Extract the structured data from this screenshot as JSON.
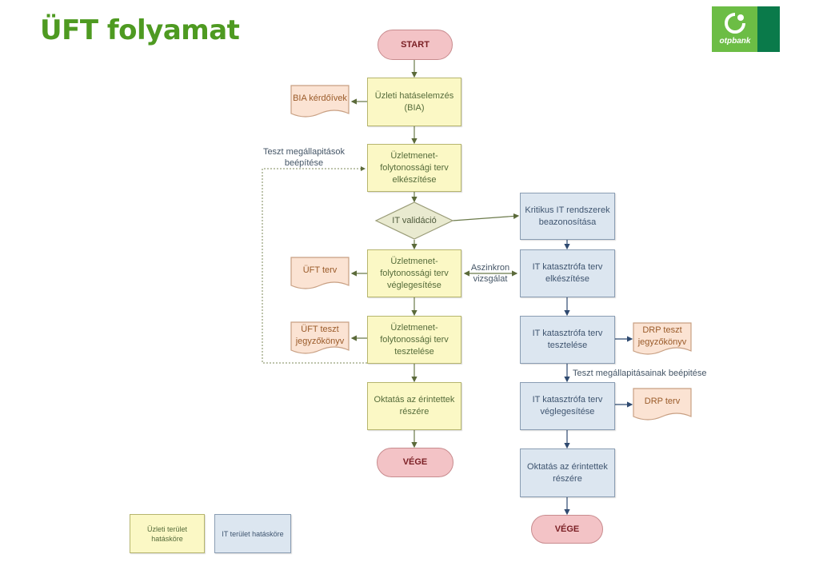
{
  "slide": {
    "title": "ÜFT folyamat",
    "logo": {
      "name": "otpbank",
      "text": "otpbank",
      "colors": {
        "light": "#6cbd45",
        "dark": "#0a7a4a"
      }
    }
  },
  "colors": {
    "title": "#4e9a21",
    "business_fill": "#fbf8c5",
    "it_fill": "#dce6f0",
    "terminal_fill": "#f3c3c6",
    "document_fill": "#fbe3d3"
  },
  "flow": {
    "business": {
      "start": "START",
      "bia": "Üzleti hatáselemzés\n(BIA)",
      "bcp_create": "Üzletmenet-\nfolytonossági terv\nelkészítése",
      "it_validation": "IT validáció",
      "bcp_finalize": "Üzletmenet-\nfolytonossági terv\nvéglegesítése",
      "bcp_test": "Üzletmenet-\nfolytonossági terv\ntesztelése",
      "training": "Oktatás az érintettek\nrészére",
      "end": "VÉGE"
    },
    "it": {
      "critical_systems": "Kritikus IT rendszerek\nbeazonosítása",
      "drp_create": "IT katasztrófa terv\nelkészítése",
      "drp_test": "IT katasztrófa terv\ntesztelése",
      "drp_finalize": "IT katasztrófa terv\nvéglegesítése",
      "training": "Oktatás az érintettek\nrészére",
      "end": "VÉGE"
    },
    "documents": {
      "bia_questionnaires": "BIA kérdőívek",
      "uft_plan": "ÜFT terv",
      "uft_test_report": "ÜFT teszt\njegyzőkönyv",
      "drp_test_report": "DRP teszt\njegyzőkönyv",
      "drp_plan": "DRP terv"
    },
    "labels": {
      "test_findings_loop": "Teszt megállapitások\nbeépítése",
      "async_check": "Aszinkron\nvizsgálat",
      "drp_test_findings": "Teszt megállapitásainak beépitése"
    }
  },
  "legend": {
    "business": "Üzleti terület\nhatásköre",
    "it": "IT terület hatásköre"
  }
}
